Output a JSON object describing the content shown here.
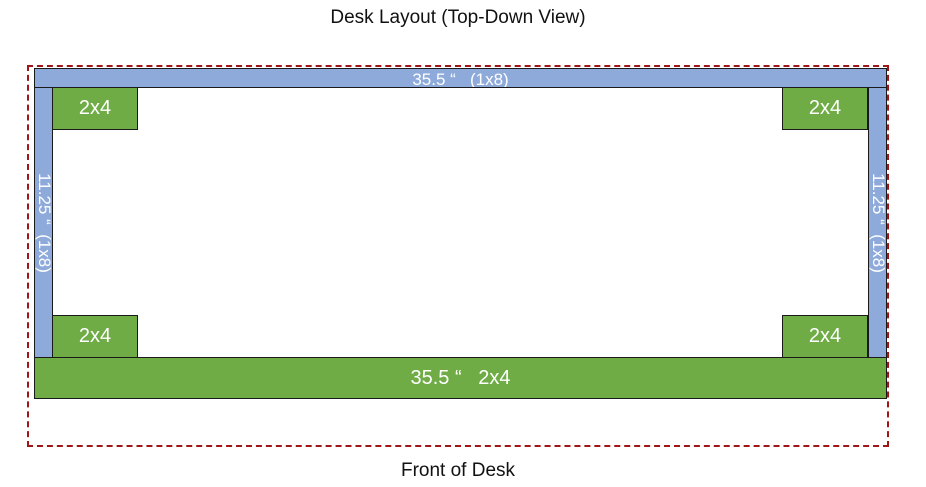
{
  "title": "Desk Layout  (Top-Down View)",
  "footer": "Front of Desk",
  "boards": {
    "top_rail": "35.5 “   (1x8)",
    "bottom_rail": "35.5 “   2x4",
    "left_rail": "11.25 “  (1x8)",
    "right_rail": "11.25 “  (1x8)",
    "block_tl": "2x4",
    "block_tr": "2x4",
    "block_bl": "2x4",
    "block_br": "2x4"
  },
  "colors": {
    "one_by_eight": "#8eaadb",
    "two_by_four": "#6fac46",
    "boundary": "#a01515"
  }
}
